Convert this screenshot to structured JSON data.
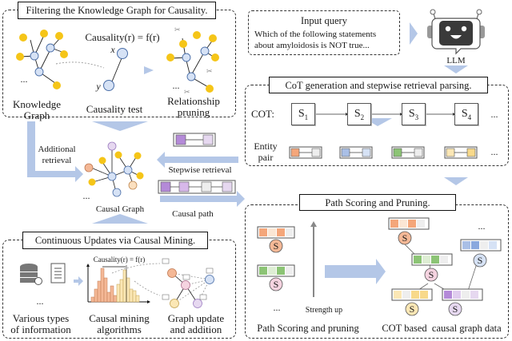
{
  "panels": {
    "filtering": {
      "title": "Filtering the Knowledge Graph for Causality.",
      "formula": "Causality(r) = f(r)",
      "var_x": "x",
      "var_y": "y",
      "ellipsis": "...",
      "labels": [
        "Knowledge\nGraph",
        "Causality test",
        "Relationship\npruning"
      ],
      "kg_label_1": "Knowledge",
      "kg_label_2": "Graph",
      "test_label": "Causality test",
      "prune_label_1": "Relationship",
      "prune_label_2": "pruning"
    },
    "input": {
      "title": "Input query",
      "line1": "Which of the following statements",
      "line2": "about amyloidosis is NOT true..."
    },
    "llm": {
      "label": "LLM"
    },
    "cot": {
      "title": "CoT generation and stepwise retrieval parsing.",
      "cot_label": "COT:",
      "steps": [
        {
          "s": "S",
          "sub": "1"
        },
        {
          "s": "S",
          "sub": "2"
        },
        {
          "s": "S",
          "sub": "3"
        },
        {
          "s": "S",
          "sub": "4"
        }
      ],
      "ellipsis": "...",
      "entity_label_1": "Entity",
      "entity_label_2": "pair",
      "entity_pairs": [
        {
          "from": "#f4a67a",
          "to": "#eeeeee"
        },
        {
          "from": "#a9bfe6",
          "to": "#d6e2f5"
        },
        {
          "from": "#8cc475",
          "to": "#eeeeee"
        },
        {
          "from": "#fbe7b5",
          "to": "#f8d98a"
        }
      ]
    },
    "center": {
      "additional_retrieval_1": "Additional",
      "additional_retrieval_2": "retrieval",
      "stepwise_retrieval": "Stepwise retrieval",
      "causal_graph": "Causal Graph",
      "causal_path": "Causal path",
      "ellipsis": "..."
    },
    "updates": {
      "title": "Continuous Updates via Causal Mining.",
      "formula": "Causality(r) = f(r)",
      "ellipsis": "...",
      "info_1": "Various types",
      "info_2": "of information",
      "mining_1": "Causal mining",
      "mining_2": "algorithms",
      "graph_1": "Graph update",
      "graph_2": "and addition"
    },
    "scoring": {
      "title": "Path Scoring and Pruning.",
      "strength": "Strength up",
      "ellipsis": "...",
      "left_label": "Path Scoring and pruning",
      "right_label": "COT based  causal graph data",
      "node_letter": "S"
    }
  },
  "colors": {
    "accent_arrow": "#b4c7e7",
    "gold": "#f5c518",
    "node_blue": "#d6e2f5",
    "node_blue_stroke": "#4a6ea8",
    "orange": "#f4a67a",
    "green": "#8cc475",
    "purple": "#b48ad8",
    "pink": "#f5d3e0"
  }
}
